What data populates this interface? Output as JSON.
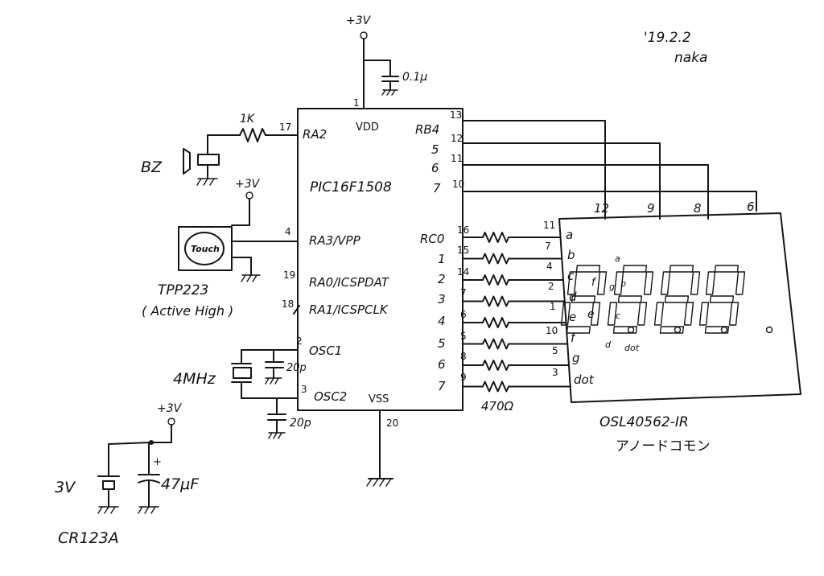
{
  "note": {
    "date": "'19.2.2",
    "author": "naka"
  },
  "power": {
    "vdd_label": "+3V",
    "decoupling_cap": "0.1μ"
  },
  "mcu": {
    "part": "PIC16F1508",
    "vdd": "VDD",
    "vss": "VSS",
    "vdd_pin": "1",
    "vss_pin": "20",
    "left_pins": [
      {
        "num": "17",
        "name": "RA2"
      },
      {
        "num": "4",
        "name": "RA3/VPP"
      },
      {
        "num": "19",
        "name": "RA0/ICSPDAT"
      },
      {
        "num": "18",
        "name": "RA1/ICSPCLK"
      },
      {
        "num": "2",
        "name": "OSC1"
      },
      {
        "num": "3",
        "name": "OSC2"
      }
    ],
    "rb_pins": [
      {
        "name": "RB4",
        "num": "13"
      },
      {
        "name": "5",
        "num": "12"
      },
      {
        "name": "6",
        "num": "11"
      },
      {
        "name": "7",
        "num": "10"
      }
    ],
    "rc_pins": [
      {
        "name": "RC0",
        "num": "16"
      },
      {
        "name": "1",
        "num": "15"
      },
      {
        "name": "2",
        "num": "14"
      },
      {
        "name": "3",
        "num": "7"
      },
      {
        "name": "4",
        "num": "6"
      },
      {
        "name": "5",
        "num": "5"
      },
      {
        "name": "6",
        "num": "8"
      },
      {
        "name": "7",
        "num": "9"
      }
    ]
  },
  "buzzer": {
    "label": "BZ",
    "resistor": "1K"
  },
  "touch": {
    "button_text": "Touch",
    "part": "TPP223",
    "note": "( Active High )",
    "supply": "+3V"
  },
  "osc": {
    "crystal": "4MHz",
    "cap1": "20p",
    "cap2": "20p"
  },
  "resistor_array": {
    "value": "470Ω"
  },
  "display": {
    "part": "OSL40562-IR",
    "type": "アノードコモン",
    "digit_pins": [
      "12",
      "9",
      "8",
      "6"
    ],
    "segments": [
      {
        "name": "a",
        "pin": "11"
      },
      {
        "name": "b",
        "pin": "7"
      },
      {
        "name": "c",
        "pin": "4"
      },
      {
        "name": "d",
        "pin": "2"
      },
      {
        "name": "e",
        "pin": "1"
      },
      {
        "name": "f",
        "pin": "10"
      },
      {
        "name": "g",
        "pin": "5"
      },
      {
        "name": "dot",
        "pin": "3"
      }
    ],
    "legend": {
      "a": "a",
      "b": "b",
      "c": "c",
      "d": "d",
      "e": "e",
      "f": "f",
      "g": "g",
      "dot": "dot"
    }
  },
  "battery": {
    "voltage": "3V",
    "part": "CR123A",
    "cap": "47μF",
    "supply": "+3V",
    "polarity": "+"
  }
}
